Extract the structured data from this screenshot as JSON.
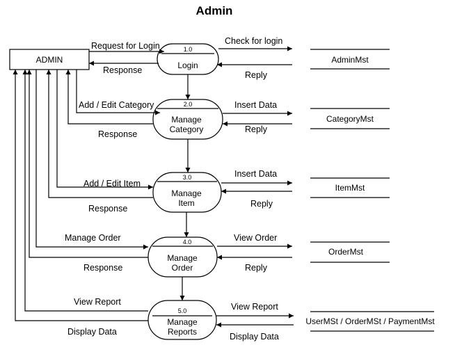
{
  "title": "Admin",
  "entity": "ADMIN",
  "processes": [
    {
      "num": "1.0",
      "name1": "Login",
      "name2": ""
    },
    {
      "num": "2.0",
      "name1": "Manage",
      "name2": "Category"
    },
    {
      "num": "3.0",
      "name1": "Manage",
      "name2": "Item"
    },
    {
      "num": "4.0",
      "name1": "Manage",
      "name2": "Order"
    },
    {
      "num": "5.0",
      "name1": "Manage",
      "name2": "Reports"
    }
  ],
  "stores": [
    "AdminMst",
    "CategoryMst",
    "ItemMst",
    "OrderMst",
    "UserMSt / OrderMSt / PaymentMst"
  ],
  "flows": {
    "p1_in": "Request for Login",
    "p1_out": "Response",
    "p1_store_out": "Check for login",
    "p1_store_in": "Reply",
    "p2_in": "Add / Edit Category",
    "p2_out": "Response",
    "p2_store_out": "Insert Data",
    "p2_store_in": "Reply",
    "p3_in": "Add / Edit Item",
    "p3_out": "Response",
    "p3_store_out": "Insert Data",
    "p3_store_in": "Reply",
    "p4_in": "Manage Order",
    "p4_out": "Response",
    "p4_store_out": "View Order",
    "p4_store_in": "Reply",
    "p5_in": "View Report",
    "p5_out": "Display Data",
    "p5_store_out": "View Report",
    "p5_store_in": "Display Data"
  }
}
